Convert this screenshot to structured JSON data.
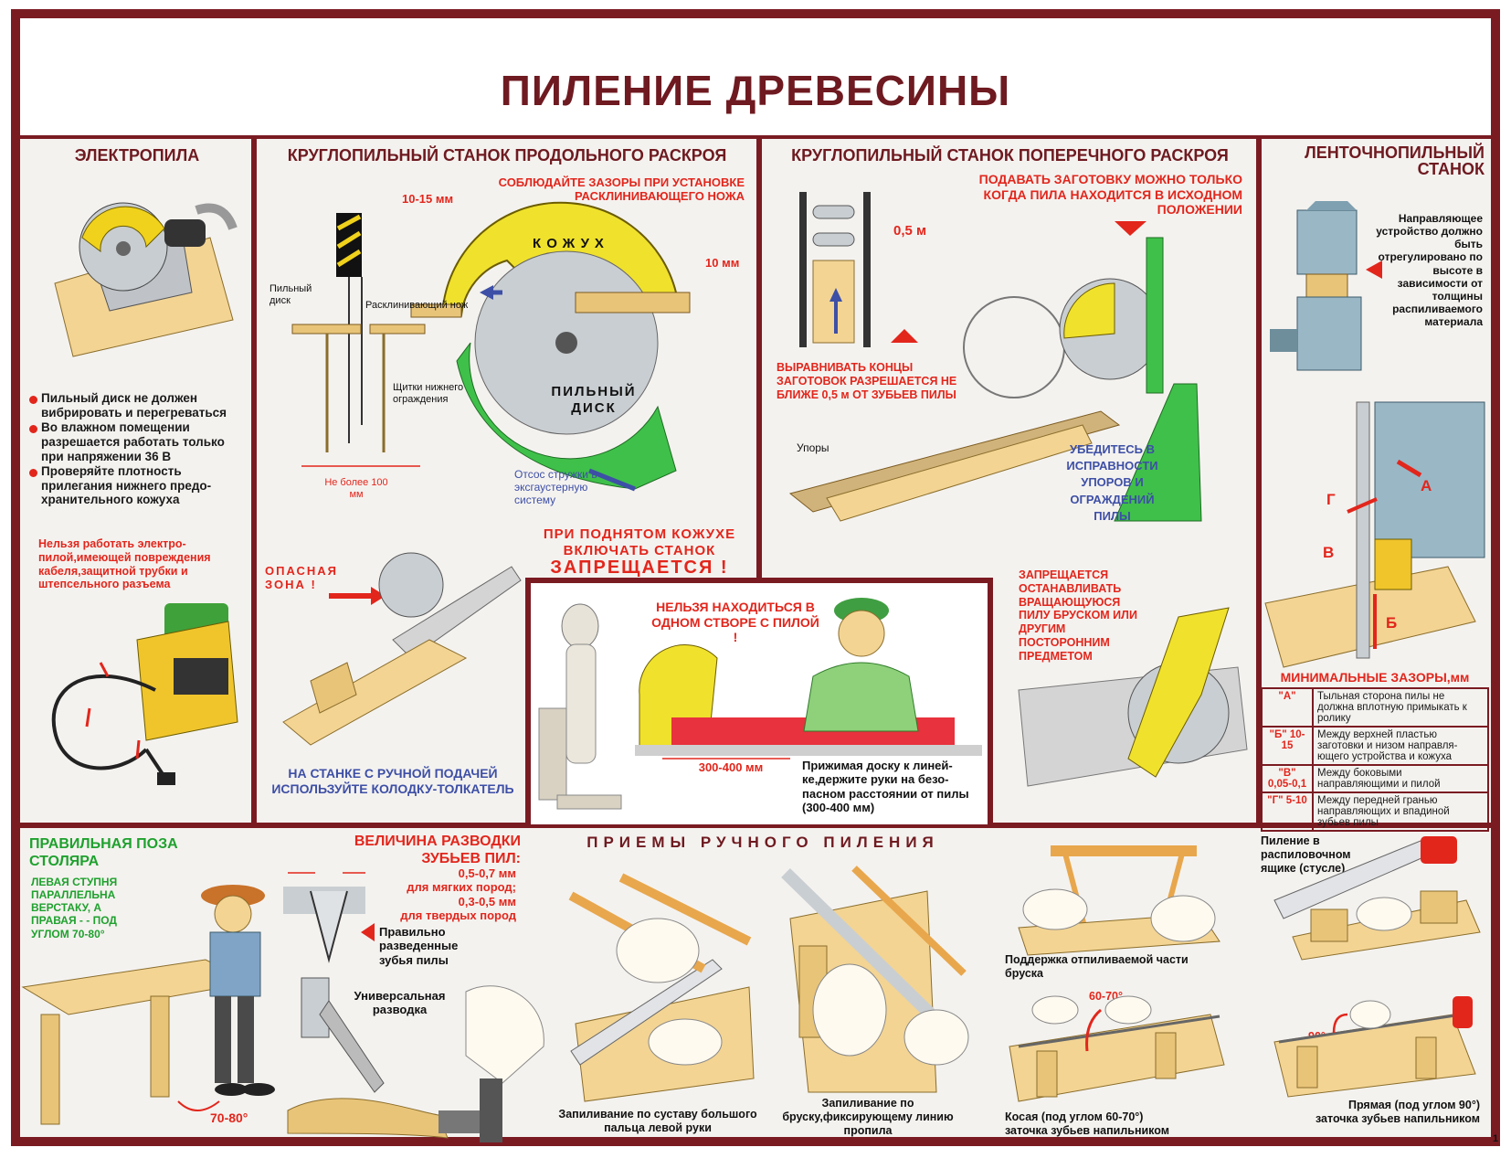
{
  "title": "ПИЛЕНИЕ ДРЕВЕСИНЫ",
  "page_number": "1",
  "electrosaw": {
    "heading": "ЭЛЕКТРОПИЛА",
    "bullets": [
      "Пильный диск не должен вибрировать и перегреваться",
      "Во влажном помещении разрешается работать только при напряжении 36 В",
      "Проверяйте плотность прилегания нижнего предо-хранительного кожуха"
    ],
    "warning": "Нельзя работать электро-пилой,имеющей повреждения кабеля,защитной трубки и штепсельного разъема"
  },
  "rip_saw": {
    "heading": "КРУГЛОПИЛЬНЫЙ СТАНОК ПРОДОЛЬНОГО РАСКРОЯ",
    "gap_note": "СОБЛЮДАЙТЕ ЗАЗОРЫ ПРИ УСТАНОВКЕ РАСКЛИНИВАЮЩЕГО НОЖА",
    "dim_10_15": "10-15 мм",
    "dim_10": "10 мм",
    "label_disk": "Пильный диск",
    "label_knife": "Расклинивающий нож",
    "label_shields": "Щитки нижнего ограждения",
    "label_max100": "Не более 100 мм",
    "guard_word": "КОЖУХ",
    "disk_word": "ПИЛЬНЫЙ ДИСК",
    "chip_note": "Отсос стружки в эксгаустерную систему",
    "raised_guard": "ПРИ ПОДНЯТОМ КОЖУХЕ ВКЛЮЧАТЬ СТАНОК",
    "forbidden": "ЗАПРЕЩАЕТСЯ !",
    "danger_zone": "ОПАСНАЯ ЗОНА !",
    "pusher_note": "НА СТАНКЕ С РУЧНОЙ ПОДАЧЕЙ ИСПОЛЬЗУЙТЕ КОЛОДКУ-ТОЛКАТЕЛЬ"
  },
  "cross_saw": {
    "heading": "КРУГЛОПИЛЬНЫЙ СТАНОК ПОПЕРЕЧНОГО РАСКРОЯ",
    "feed_note": "ПОДАВАТЬ ЗАГОТОВКУ МОЖНО ТОЛЬКО КОГДА ПИЛА НАХОДИТСЯ В ИСХОДНОМ ПОЛОЖЕНИИ",
    "dim_05": "0,5 м",
    "align_note": "ВЫРАВНИВАТЬ КОНЦЫ ЗАГОТОВОК РАЗРЕШАЕТСЯ НЕ БЛИЖЕ 0,5 м ОТ ЗУБЬЕВ ПИЛЫ",
    "stops": "Упоры",
    "check_note": "УБЕДИТЕСЬ В ИСПРАВНОСТИ УПОРОВ И ОГРАЖДЕНИЙ ПИЛЫ",
    "stop_forbidden": "ЗАПРЕЩАЕТСЯ ОСТАНАВЛИВАТЬ ВРАЩАЮЩУЮСЯ ПИЛУ БРУСКОМ ИЛИ ДРУГИМ ПОСТОРОННИМ ПРЕДМЕТОМ"
  },
  "center_box": {
    "line_note": "НЕЛЬЗЯ НАХОДИТЬСЯ В ОДНОМ СТВОРЕ С ПИЛОЙ !",
    "dim_300_400": "300-400 мм",
    "hands_note": "Прижимая доску к линей-ке,держите руки на безо-пасном расстоянии от пилы (300-400 мм)"
  },
  "band_saw": {
    "heading": "ЛЕНТОЧНОПИЛЬНЫЙ СТАНОК",
    "guide_note": "Направляющее устройство должно быть отрегулировано по высоте в зависимости от толщины распиливаемого материала",
    "letters": [
      "А",
      "Б",
      "В",
      "Г"
    ],
    "gaps_heading": "МИНИМАЛЬНЫЕ ЗАЗОРЫ,мм",
    "gaps": [
      {
        "key": "\"А\"",
        "text": "Тыльная сторона пилы не должна вплотную примыкать к ролику"
      },
      {
        "key": "\"Б\" 10-15",
        "text": "Между верхней пластью заготовки и низом направля-ющего устройства и кожуха"
      },
      {
        "key": "\"В\" 0,05-0,1",
        "text": "Между боковыми направляющими и пилой"
      },
      {
        "key": "\"Г\" 5-10",
        "text": "Между передней гранью направляющих и впадиной зубьев пилы"
      }
    ]
  },
  "posture": {
    "heading": "ПРАВИЛЬНАЯ ПОЗА СТОЛЯРА",
    "note": "ЛЕВАЯ СТУПНЯ ПАРАЛЛЕЛЬНА ВЕРСТАКУ, А ПРАВАЯ - - ПОД УГЛОМ 70-80°",
    "angle": "70-80°"
  },
  "set": {
    "heading": "ВЕЛИЧИНА РАЗВОДКИ ЗУБЬЕВ ПИЛ:",
    "soft": "0,5-0,7 мм",
    "soft_label": "для мягких пород;",
    "hard": "0,3-0,5 мм",
    "hard_label": "для твердых пород",
    "teeth_label": "Правильно разведенные зубья пилы",
    "tool_label": "Универсальная разводка"
  },
  "manual": {
    "heading": "ПРИЕМЫ РУЧНОГО ПИЛЕНИЯ",
    "cap1": "Запиливание по суставу большого пальца левой руки",
    "cap2": "Запиливание по бруску,фиксирующему линию пропила",
    "cap3": "Поддержка отпиливаемой части бруска",
    "angle_6070": "60-70°",
    "cap4": "Косая (под углом 60-70°) заточка зубьев напильником",
    "cap5": "Пиление в распиловочном ящике (стусле)",
    "angle_90": "90°",
    "cap6": "Прямая (под углом 90°) заточка зубьев напильником"
  }
}
